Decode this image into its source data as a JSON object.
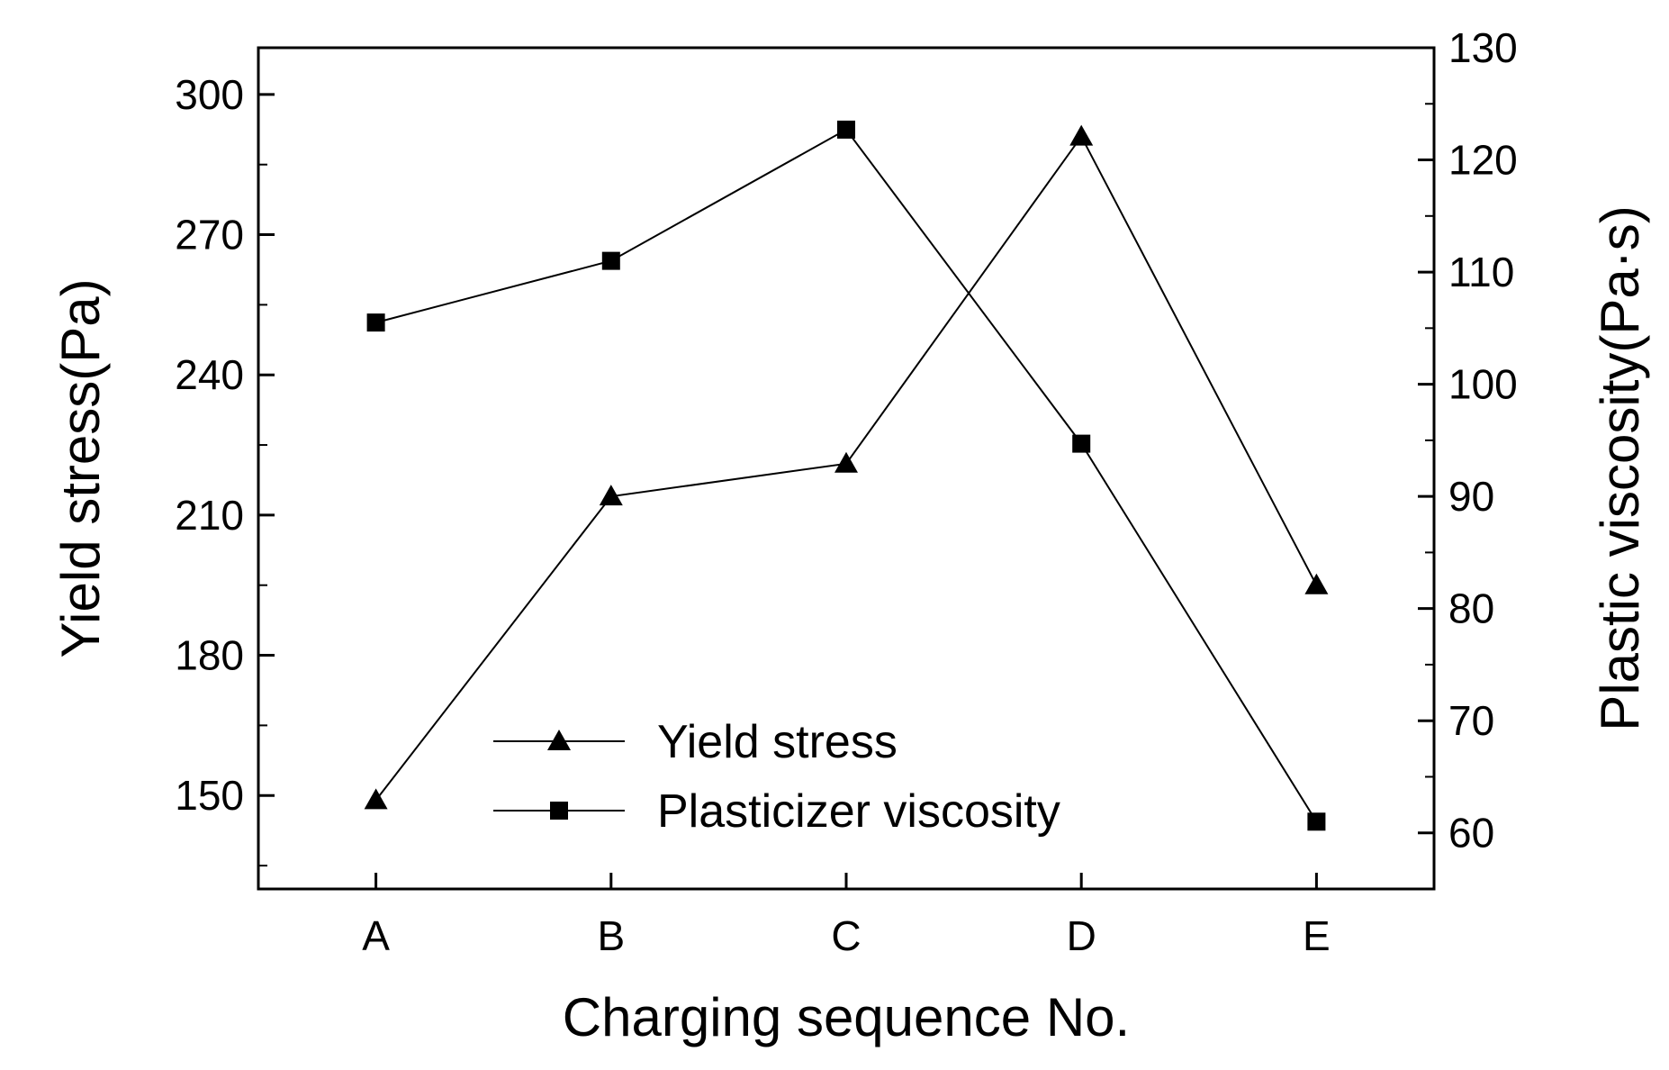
{
  "chart_data": {
    "type": "line",
    "categories": [
      "A",
      "B",
      "C",
      "D",
      "E"
    ],
    "xlabel": "Charging sequence No.",
    "ylabel_left": "Yield stress(Pa)",
    "ylabel_right": "Plastic viscosity(Pa·s)",
    "ylim_left": [
      130,
      310
    ],
    "yticks_left": [
      "150",
      "180",
      "210",
      "240",
      "270",
      "300"
    ],
    "ylim_right": [
      55,
      130
    ],
    "yticks_right": [
      "60",
      "70",
      "80",
      "90",
      "100",
      "110",
      "120",
      "130"
    ],
    "grid": false,
    "legend_placement": "bottom-center",
    "series": [
      {
        "name": "Yield stress",
        "axis": "left",
        "marker": "triangle",
        "values": [
          149,
          214,
          221,
          291,
          195
        ]
      },
      {
        "name": "Plasticizer viscosity",
        "axis": "right",
        "marker": "square",
        "values": [
          105.5,
          111,
          122.7,
          94.7,
          61
        ]
      }
    ],
    "colors": {
      "line": "#000000",
      "background": "#ffffff"
    }
  }
}
